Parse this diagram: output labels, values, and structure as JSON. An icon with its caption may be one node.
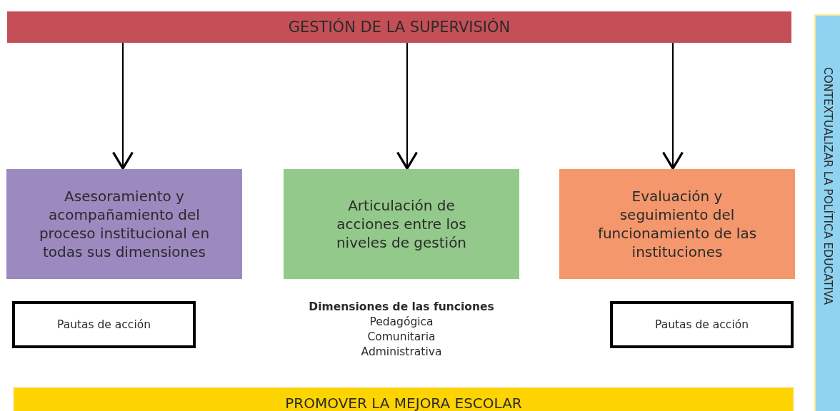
{
  "diagram": {
    "nodes": [
      {
        "text": [
          "GESTIÓN DE LA SUPERVISIÓN"
        ]
      },
      {
        "text": [
          "Asesoramiento y acompañamiento del proceso institucional en todas sus dimensiones"
        ]
      },
      {
        "text": [
          "Articulación de acciones entre los niveles de gestión"
        ]
      },
      {
        "text": [
          "Evaluación y seguimiento del funcionamiento de las instituciones"
        ]
      },
      {
        "text": [
          "Pautas de acción"
        ]
      },
      {
        "text": [
          "Pautas de acción"
        ]
      },
      {
        "text": [
          "PROMOVER LA MEJORA ESCOLAR"
        ]
      },
      {
        "text": [
          "CONTEXTUALIZAR LA POLÍTICA EDUCATIVA"
        ]
      }
    ],
    "edges": [
      {
        "from": 0,
        "to": 1,
        "arrow": "to"
      },
      {
        "from": 0,
        "to": 2,
        "arrow": "to"
      },
      {
        "from": 0,
        "to": 3,
        "arrow": "to"
      }
    ],
    "labels": [
      "Dimensiones de las funciones",
      "Pedagógica",
      "Comunitaria",
      "Administrativa"
    ]
  }
}
